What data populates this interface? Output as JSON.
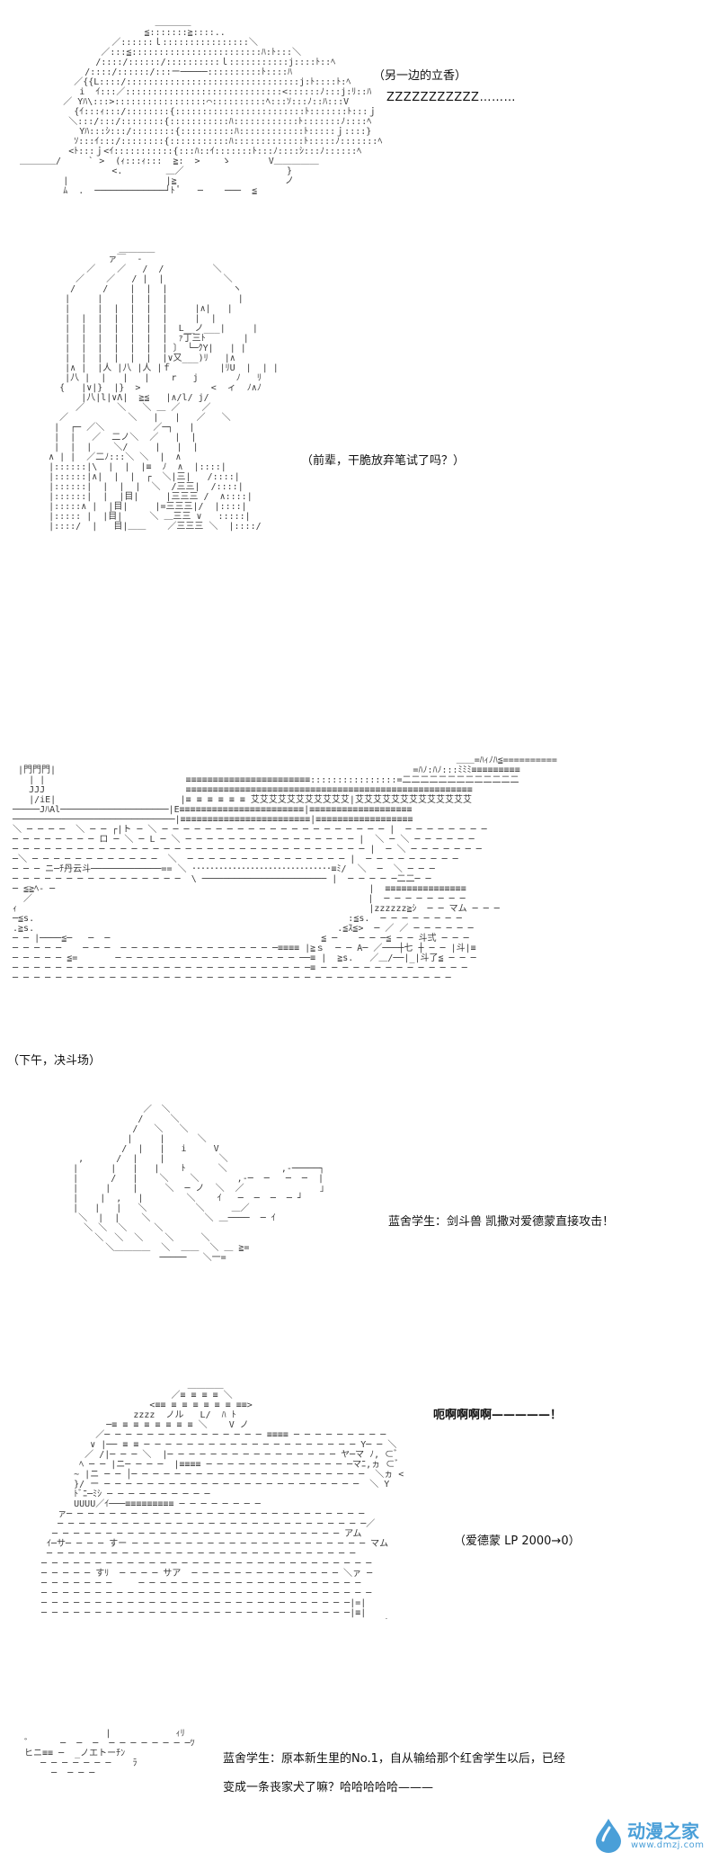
{
  "panel1": {
    "caption": "（另一边的立香）",
    "sound": "ZZZZZZZZZZZ………"
  },
  "panel2": {
    "caption": "（前辈，干脆放弃笔试了吗？）"
  },
  "panel3": {
    "caption": "（下午，决斗场）"
  },
  "panel4": {
    "caption": "蓝舍学生：剑斗兽 凯撒对爱德蒙直接攻击！"
  },
  "panel5": {
    "scream": "呃啊啊啊啊—————！",
    "lp_caption": "（爱德蒙 LP 2000→0）"
  },
  "panel6": {
    "line1": "蓝舍学生：原本新生里的No.1，自从输给那个红舍学生以后，已经",
    "line2": "变成一条丧家犬了嘛？哈哈哈哈哈———"
  },
  "watermark": {
    "title": "动漫之家",
    "url": "www.dmzj.com",
    "color": "#4a9fd8"
  }
}
